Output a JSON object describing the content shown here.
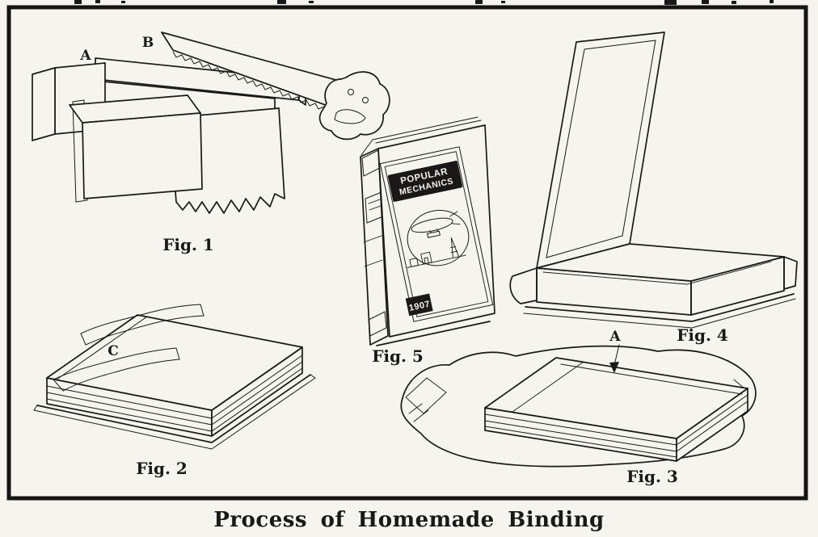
{
  "page": {
    "caption": "Process of Homemade Binding"
  },
  "colors": {
    "ink": "#1b1917",
    "paper": "#f6f4ee"
  },
  "fig1": {
    "caption": "Fig. 1",
    "label_a": "A",
    "label_b": "B"
  },
  "fig2": {
    "caption": "Fig. 2",
    "label_c": "C"
  },
  "fig3": {
    "caption": "Fig. 3",
    "label_a": "A"
  },
  "fig4": {
    "caption": "Fig. 4"
  },
  "fig5": {
    "caption": "Fig. 5",
    "cover": {
      "title_line1": "POPULAR",
      "title_line2": "MECHANICS",
      "year": "1907"
    }
  }
}
